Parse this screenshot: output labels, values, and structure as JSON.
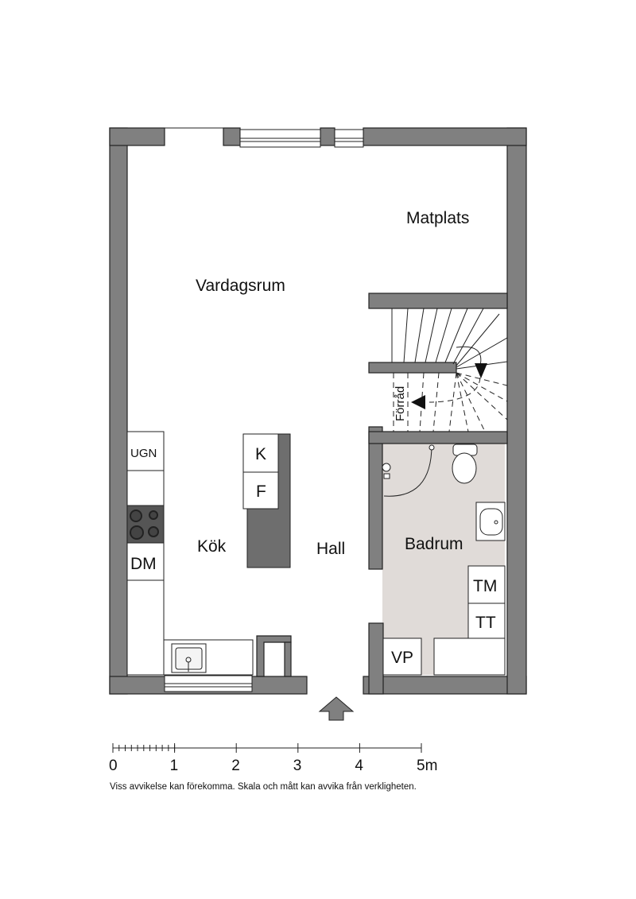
{
  "rooms": {
    "matplats": "Matplats",
    "vardagsrum": "Vardagsrum",
    "kok": "Kök",
    "hall": "Hall",
    "badrum": "Badrum",
    "forrad": "Förråd"
  },
  "fixtures": {
    "ugn": "UGN",
    "dm": "DM",
    "k": "K",
    "f": "F",
    "tm": "TM",
    "tt": "TT",
    "vp": "VP"
  },
  "scale": {
    "labels": [
      "0",
      "1",
      "2",
      "3",
      "4",
      "5m"
    ]
  },
  "disclaimer": "Viss avvikelse kan förekomma. Skala och mått kan avvika från verkligheten.",
  "colors": {
    "wall": "#808080",
    "bathroom_floor": "#e0dbd8",
    "island": "#6e6e6e"
  },
  "icons": [
    "entrance-arrow-icon",
    "stair-direction-arrow-icon",
    "stove-icon",
    "sink-icon",
    "toilet-icon",
    "washbasin-icon"
  ]
}
